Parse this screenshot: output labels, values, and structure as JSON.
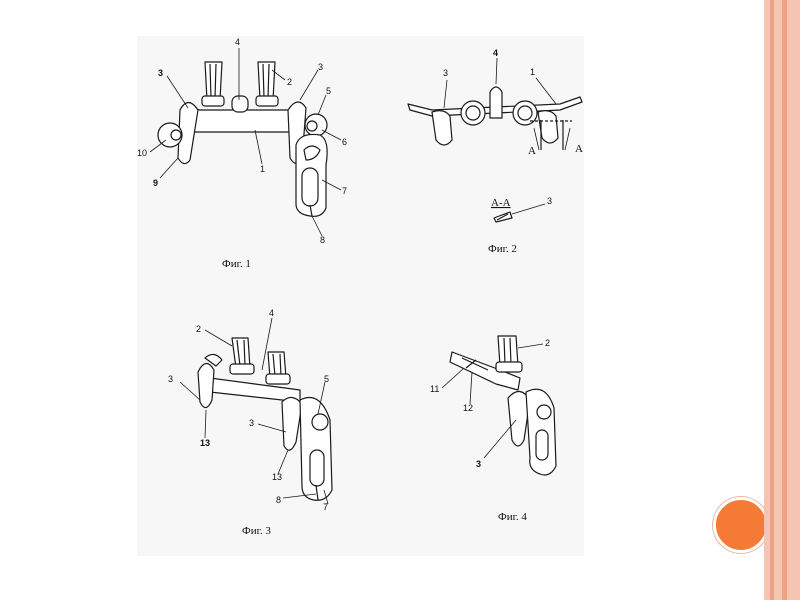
{
  "colors": {
    "stripe_a": "#f6c5b2",
    "stripe_b": "#eea284",
    "orb": "#f47a35",
    "line": "#1a1a1a"
  },
  "figures": [
    {
      "caption": "Фиг. 1",
      "labels": [
        "4",
        "3",
        "2",
        "3",
        "5",
        "10",
        "6",
        "9",
        "1",
        "7",
        "8"
      ]
    },
    {
      "caption": "Фиг. 2",
      "labels": [
        "4",
        "3",
        "1",
        "A",
        "A",
        "A-A",
        "3"
      ]
    },
    {
      "caption": "Фиг. 3",
      "labels": [
        "4",
        "2",
        "3",
        "5",
        "13",
        "3",
        "13",
        "8",
        "7"
      ]
    },
    {
      "caption": "Фиг. 4",
      "labels": [
        "2",
        "11",
        "12",
        "3"
      ]
    }
  ]
}
